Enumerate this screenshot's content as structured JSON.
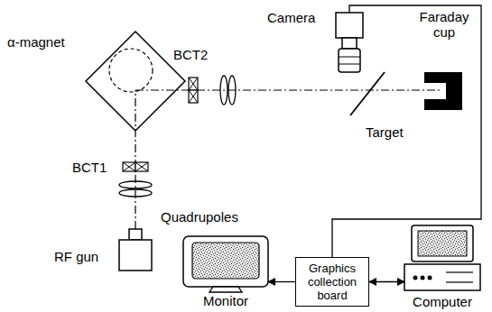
{
  "diagram": {
    "nodes": [
      {
        "text": [
          "Camera"
        ]
      },
      {
        "text": [
          "Monitor"
        ]
      },
      {
        "text": [
          "Graphics collection board"
        ]
      },
      {
        "text": [
          "Computer"
        ]
      }
    ],
    "edges": [
      {
        "from": 0,
        "to": 2,
        "arrow": "none"
      },
      {
        "from": 2,
        "to": 1,
        "arrow": "to"
      },
      {
        "from": 2,
        "to": 3,
        "arrow": "both"
      }
    ],
    "labels": [
      "α-magnet",
      "BCT2",
      "BCT1",
      "Quadrupoles",
      "RF gun",
      "Faraday cup",
      "Target"
    ]
  }
}
